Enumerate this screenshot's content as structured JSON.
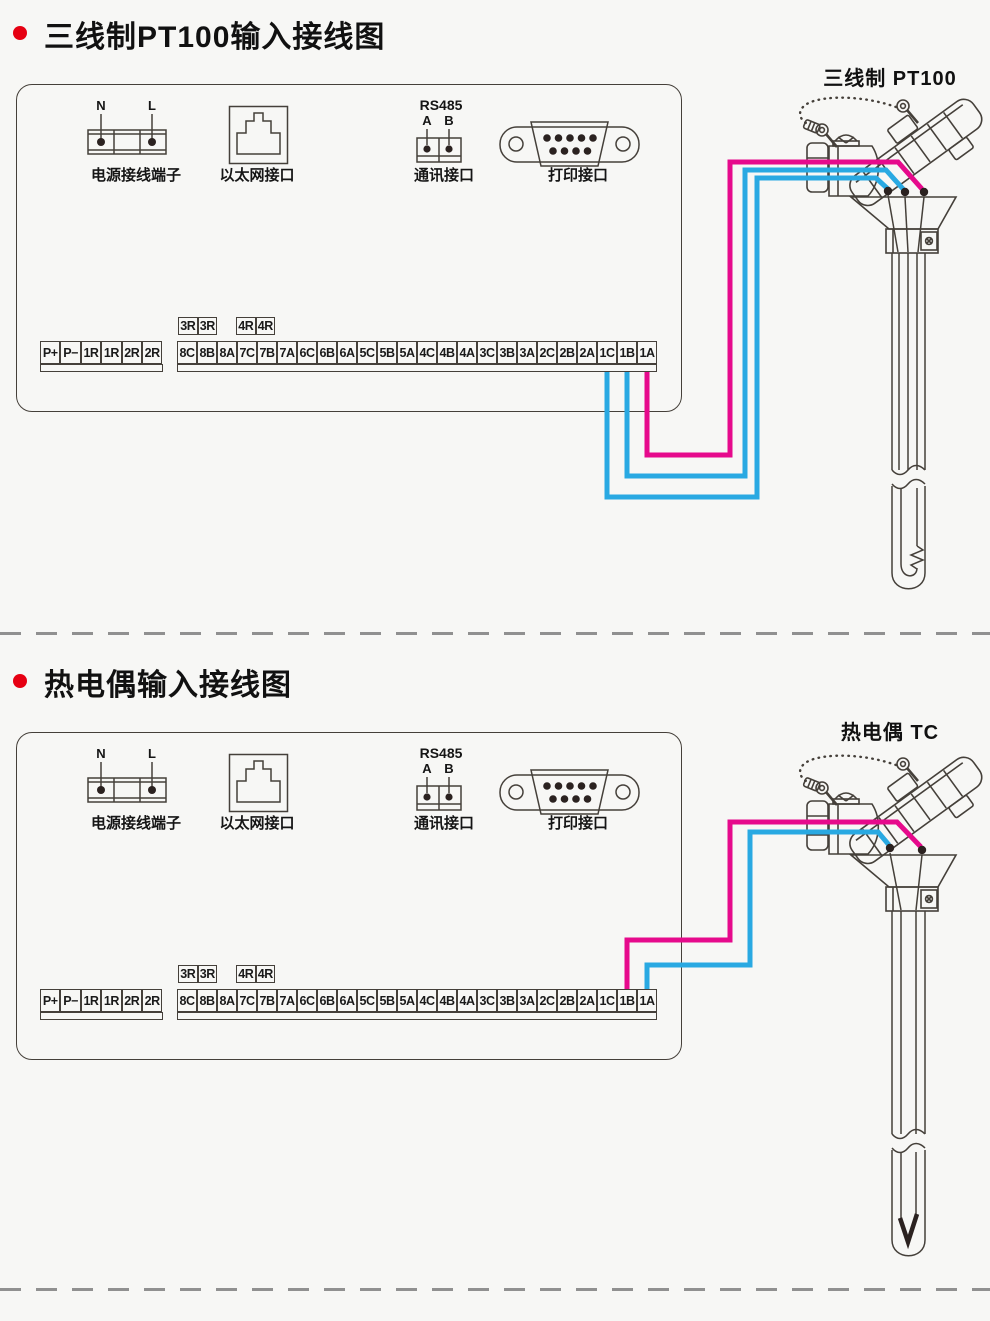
{
  "colors": {
    "wire_hot": "#e60a8c",
    "wire_cold": "#29a9e2",
    "accent_red": "#e60012",
    "line": "#45403a",
    "junction": "#2b2220"
  },
  "sections": [
    {
      "title": "三线制PT100输入接线图",
      "sensor_label": "三线制 PT100"
    },
    {
      "title": "热电偶输入接线图",
      "sensor_label": "热电偶 TC"
    }
  ],
  "ports": {
    "power": {
      "label": "电源接线端子",
      "pin_left": "N",
      "pin_right": "L"
    },
    "ethernet": {
      "label": "以太网接口"
    },
    "comm": {
      "label": "通讯接口",
      "protocol": "RS485",
      "pin_a": "A",
      "pin_b": "B"
    },
    "printer": {
      "label": "打印接口"
    }
  },
  "strips": {
    "left": [
      "P+",
      "P−",
      "1R",
      "1R",
      "2R",
      "2R"
    ],
    "main": [
      "8C",
      "8B",
      "8A",
      "7C",
      "7B",
      "7A",
      "6C",
      "6B",
      "6A",
      "5C",
      "5B",
      "5A",
      "4C",
      "4B",
      "4A",
      "3C",
      "3B",
      "3A",
      "2C",
      "2B",
      "2A",
      "1C",
      "1B",
      "1A"
    ],
    "aux1": [
      "3R",
      "3R"
    ],
    "aux2": [
      "4R",
      "4R"
    ]
  }
}
